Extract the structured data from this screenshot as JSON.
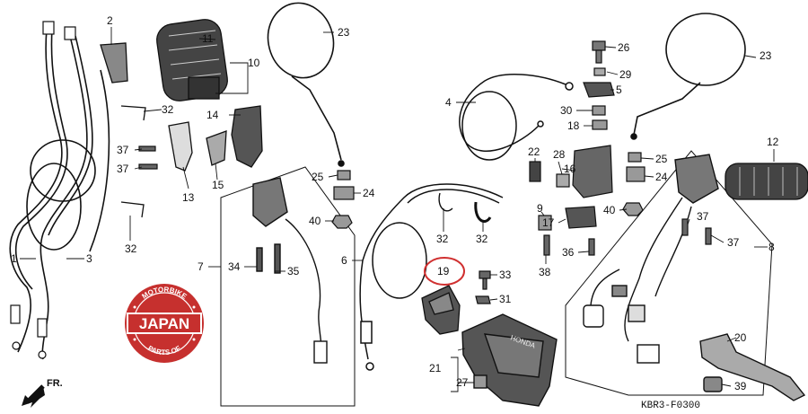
{
  "diagram": {
    "code": "KBR3-F0300",
    "front_label": "FR.",
    "highlight_part": "19",
    "colors": {
      "ink": "#111111",
      "highlight": "#d03030",
      "stamp": "#c6302e"
    }
  },
  "stamp": {
    "top_text": "MOTORBIKE",
    "center_text": "JAPAN",
    "bottom_text": "PARTS OF"
  },
  "brand_on_cover": "HONDA",
  "callouts": [
    {
      "id": "c2",
      "label": "2"
    },
    {
      "id": "c11",
      "label": "11"
    },
    {
      "id": "c10",
      "label": "10"
    },
    {
      "id": "c23a",
      "label": "23"
    },
    {
      "id": "c32a",
      "label": "32"
    },
    {
      "id": "c14",
      "label": "14"
    },
    {
      "id": "c37a",
      "label": "37"
    },
    {
      "id": "c37b",
      "label": "37"
    },
    {
      "id": "c13",
      "label": "13"
    },
    {
      "id": "c15",
      "label": "15"
    },
    {
      "id": "c32b",
      "label": "32"
    },
    {
      "id": "c25a",
      "label": "25"
    },
    {
      "id": "c24a",
      "label": "24"
    },
    {
      "id": "c40a",
      "label": "40"
    },
    {
      "id": "c7",
      "label": "7"
    },
    {
      "id": "c34",
      "label": "34"
    },
    {
      "id": "c35",
      "label": "35"
    },
    {
      "id": "c1",
      "label": "1"
    },
    {
      "id": "c3",
      "label": "3"
    },
    {
      "id": "c6",
      "label": "6"
    },
    {
      "id": "c32c",
      "label": "32"
    },
    {
      "id": "c32d",
      "label": "32"
    },
    {
      "id": "c4",
      "label": "4"
    },
    {
      "id": "c26",
      "label": "26"
    },
    {
      "id": "c29",
      "label": "29"
    },
    {
      "id": "c5",
      "label": "5"
    },
    {
      "id": "c30",
      "label": "30"
    },
    {
      "id": "c18",
      "label": "18"
    },
    {
      "id": "c22",
      "label": "22"
    },
    {
      "id": "c28",
      "label": "28"
    },
    {
      "id": "c16",
      "label": "16"
    },
    {
      "id": "c9",
      "label": "9"
    },
    {
      "id": "c17",
      "label": "17"
    },
    {
      "id": "c38",
      "label": "38"
    },
    {
      "id": "c36",
      "label": "36"
    },
    {
      "id": "c19",
      "label": "19"
    },
    {
      "id": "c33",
      "label": "33"
    },
    {
      "id": "c31",
      "label": "31"
    },
    {
      "id": "c21",
      "label": "21"
    },
    {
      "id": "c27",
      "label": "27"
    },
    {
      "id": "c23b",
      "label": "23"
    },
    {
      "id": "c12",
      "label": "12"
    },
    {
      "id": "c25b",
      "label": "25"
    },
    {
      "id": "c24b",
      "label": "24"
    },
    {
      "id": "c40b",
      "label": "40"
    },
    {
      "id": "c37c",
      "label": "37"
    },
    {
      "id": "c37d",
      "label": "37"
    },
    {
      "id": "c8",
      "label": "8"
    },
    {
      "id": "c20",
      "label": "20"
    },
    {
      "id": "c39",
      "label": "39"
    }
  ]
}
